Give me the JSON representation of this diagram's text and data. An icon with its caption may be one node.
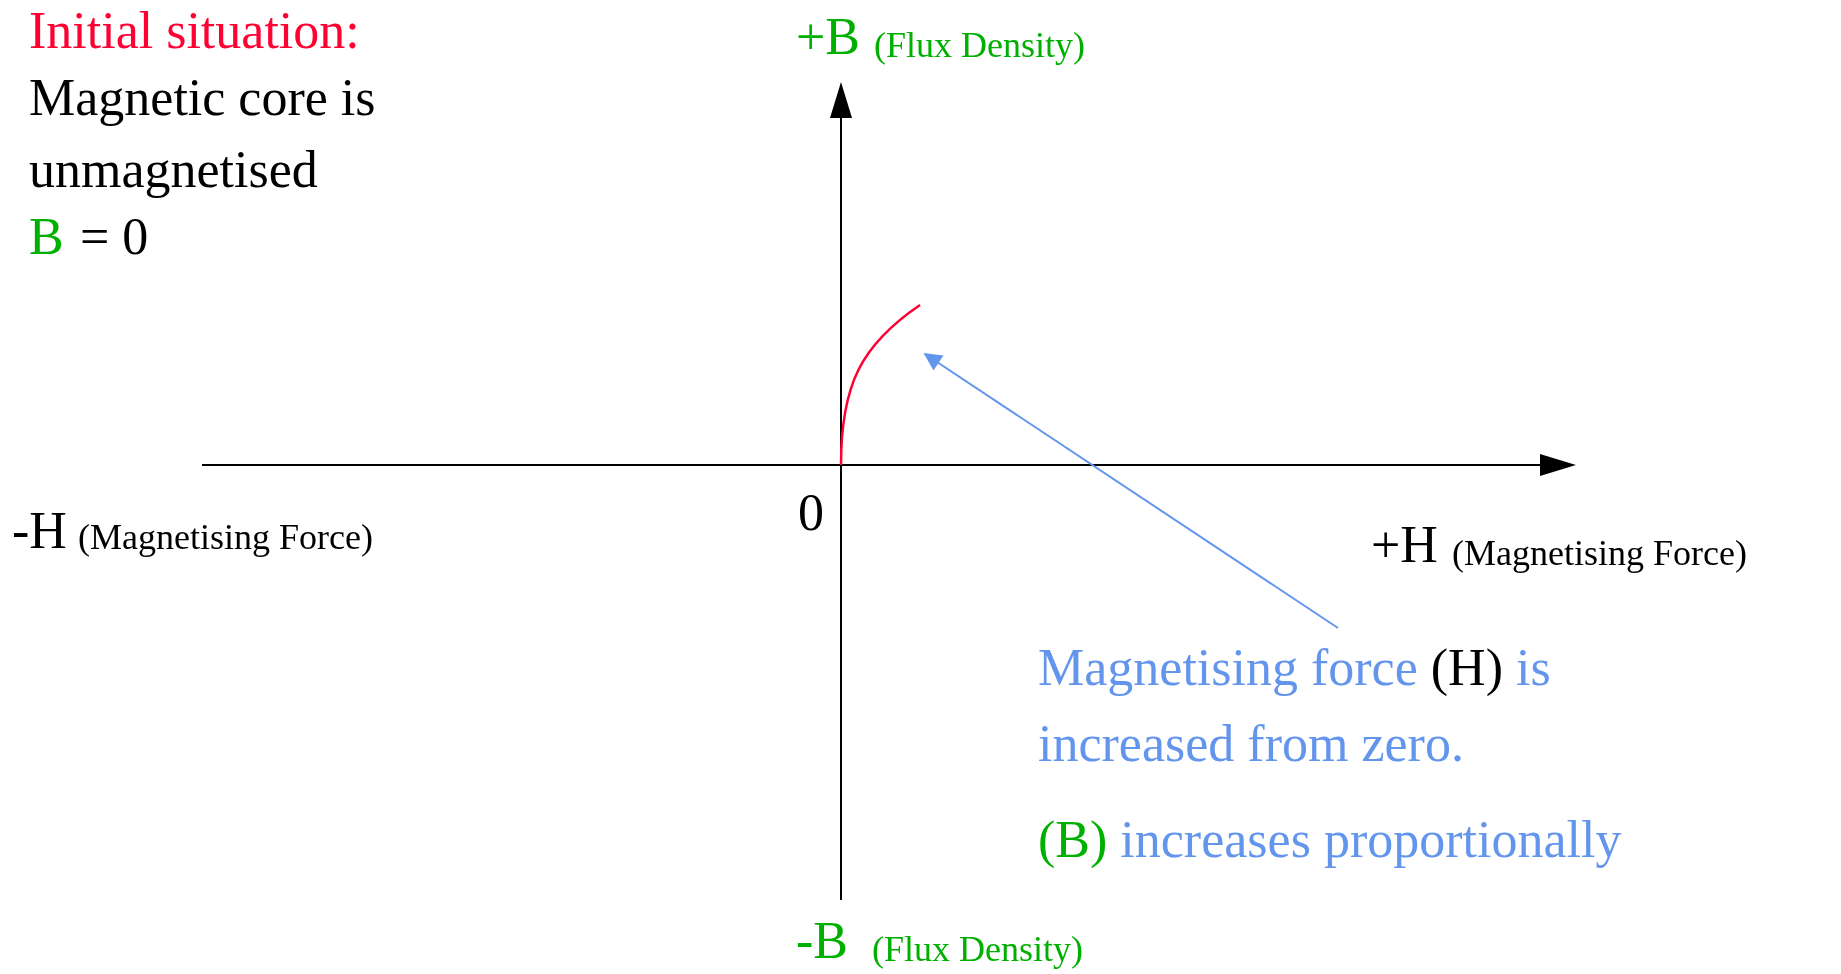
{
  "diagram": {
    "nodes": [
      {
        "text": [],
        "shape": "curve"
      },
      {
        "text": [
          "Magnetising force",
          "(H)",
          "is increased from zero.",
          "(B)",
          "increases proportionally"
        ]
      }
    ],
    "edges": [
      {
        "from": 1,
        "to": 0,
        "arrow": "to",
        "color": "#6495ed"
      }
    ],
    "labels": [
      "Initial situation:",
      "Magnetic core is unmagnetised",
      "B",
      "= 0",
      "+B",
      "(Flux Density)",
      "-H",
      "(Magnetising Force)",
      "0",
      "+H",
      "(Magnetising Force)",
      "-B",
      "(Flux Density)"
    ]
  }
}
